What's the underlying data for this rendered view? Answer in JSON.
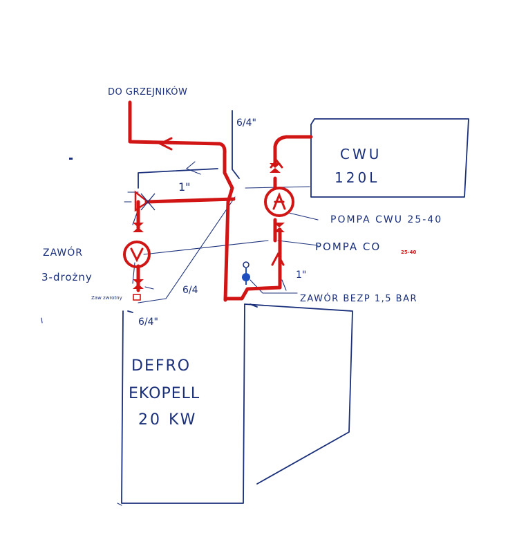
{
  "labels": {
    "do_grzejnikow": "DO GRZEJNIKÓW",
    "size_top": "6/4\"",
    "size_1in_left": "1\"",
    "cwu_line1": "CWU",
    "cwu_line2": "120L",
    "pompa_cwu": "POMPA  CWU 25-40",
    "pompa_co": "POMPA CO",
    "pompa_co_model": "25-40",
    "zawor_3drozny_line1": "ZAWÓR",
    "zawor_3drozny_line2": "3-drożny",
    "zaw_zwrotny": "Zaw zwrotny",
    "size_mid": "6/4",
    "size_1in_right": "1\"",
    "zawor_bezp": "ZAWÓR BEZP 1,5 BAR",
    "size_bottom": "6/4\"",
    "boiler_line1": "DEFRO",
    "boiler_line2": "EKOPELL",
    "boiler_line3": "20 KW"
  },
  "colors": {
    "ink": "#1a2f7a",
    "pipe": "#d11414",
    "valve_blue": "#1f4fbf"
  }
}
